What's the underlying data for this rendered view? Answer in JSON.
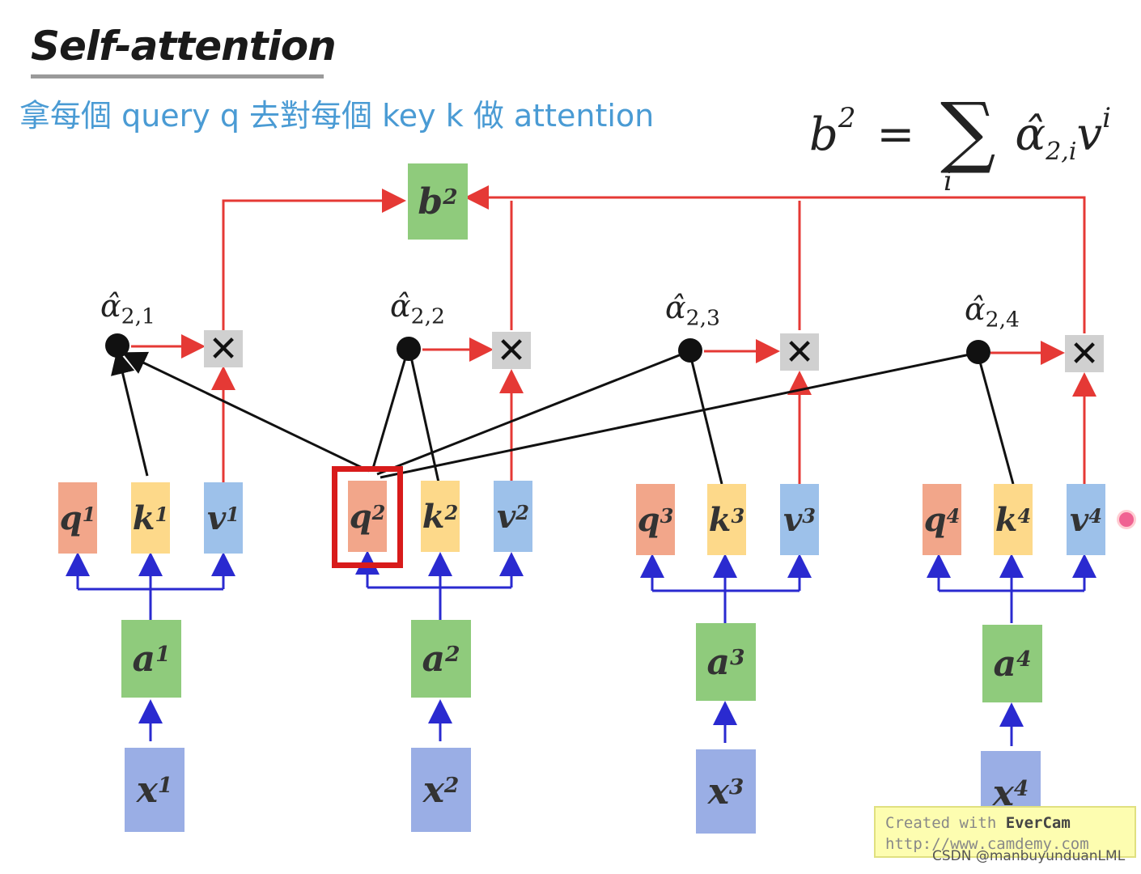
{
  "title": "Self-attention",
  "subtitle": "拿每個 query q 去對每個  key k 做 attention",
  "formula": {
    "lhs": "b",
    "lhs_sup": "2",
    "equals": "=",
    "sum": "∑",
    "sum_sub": "i",
    "term": "α̂",
    "term_sub": "2,i",
    "rhs_var": "v",
    "rhs_sup": "i"
  },
  "output": {
    "var": "b",
    "sup": "2"
  },
  "attention_labels": [
    {
      "var": "α̂",
      "sub": "2,1"
    },
    {
      "var": "α̂",
      "sub": "2,2"
    },
    {
      "var": "α̂",
      "sub": "2,3"
    },
    {
      "var": "α̂",
      "sub": "2,4"
    }
  ],
  "multiply_symbol": "✕",
  "tokens": [
    {
      "q": "q",
      "k": "k",
      "v": "v",
      "a": "a",
      "x": "x",
      "sup": "1"
    },
    {
      "q": "q",
      "k": "k",
      "v": "v",
      "a": "a",
      "x": "x",
      "sup": "2"
    },
    {
      "q": "q",
      "k": "k",
      "v": "v",
      "a": "a",
      "x": "x",
      "sup": "3"
    },
    {
      "q": "q",
      "k": "k",
      "v": "v",
      "a": "a",
      "x": "x",
      "sup": "4"
    }
  ],
  "evercam": {
    "line1_prefix": "Created with ",
    "line1_brand": "EverCam",
    "line2": "http://www.camdemy.com"
  },
  "watermark": "CSDN @manbuyunduanLML",
  "colors": {
    "query": "#f2a68a",
    "key": "#fdd98a",
    "value": "#9dc1ea",
    "embedding": "#8fcb7c",
    "input": "#9aaee5",
    "highlight": "#d81b1b",
    "arrow_red": "#e53935",
    "arrow_blue": "#2a2ad0",
    "subtitle": "#4a9bd4"
  }
}
